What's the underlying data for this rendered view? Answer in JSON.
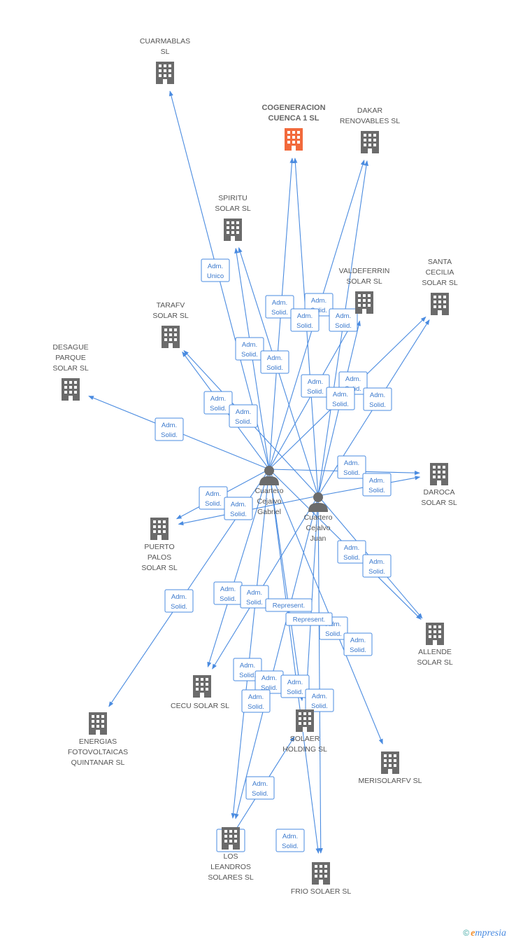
{
  "colors": {
    "edge": "#4a8be0",
    "company": "#6b6b6b",
    "company_focus": "#f26a3c",
    "person": "#6b6b6b"
  },
  "nodes": [
    {
      "id": "cuarmablas",
      "type": "company",
      "label": [
        "CUARMABLAS",
        "SL"
      ]
    },
    {
      "id": "cogeneracion",
      "type": "company",
      "focus": true,
      "label": [
        "COGENERACION",
        "CUENCA 1 SL"
      ]
    },
    {
      "id": "dakar",
      "type": "company",
      "label": [
        "DAKAR",
        "RENOVABLES SL"
      ]
    },
    {
      "id": "spiritu",
      "type": "company",
      "label": [
        "SPIRITU",
        "SOLAR SL"
      ]
    },
    {
      "id": "valdeferrin",
      "type": "company",
      "label": [
        "VALDEFERRIN",
        "SOLAR SL"
      ]
    },
    {
      "id": "santacecilia",
      "type": "company",
      "label": [
        "SANTA",
        "CECILIA",
        "SOLAR SL"
      ]
    },
    {
      "id": "tarafv",
      "type": "company",
      "label": [
        "TARAFV",
        "SOLAR SL"
      ]
    },
    {
      "id": "desague",
      "type": "company",
      "label": [
        "DESAGUE",
        "PARQUE",
        "SOLAR SL"
      ]
    },
    {
      "id": "daroca",
      "type": "company",
      "label": [
        "DAROCA",
        "SOLAR SL"
      ]
    },
    {
      "id": "puertopalos",
      "type": "company",
      "label": [
        "PUERTO",
        "PALOS",
        "SOLAR SL"
      ]
    },
    {
      "id": "allende",
      "type": "company",
      "label": [
        "ALLENDE",
        "SOLAR SL"
      ]
    },
    {
      "id": "cecu",
      "type": "company",
      "label": [
        "CECU SOLAR SL"
      ]
    },
    {
      "id": "energias",
      "type": "company",
      "label": [
        "ENERGIAS",
        "FOTOVOLTAICAS",
        "QUINTANAR SL"
      ]
    },
    {
      "id": "solaer",
      "type": "company",
      "label": [
        "SOLAER",
        "HOLDING SL"
      ]
    },
    {
      "id": "merisolar",
      "type": "company",
      "label": [
        "MERISOLARFV SL"
      ]
    },
    {
      "id": "losleandros",
      "type": "company",
      "label": [
        "LOS",
        "LEANDROS",
        "SOLARES SL"
      ]
    },
    {
      "id": "friosolaer",
      "type": "company",
      "label": [
        "FRIO SOLAER SL"
      ]
    },
    {
      "id": "gabriel",
      "type": "person",
      "label": [
        "Cuartero",
        "Cejalvo",
        "Gabriel"
      ]
    },
    {
      "id": "juan",
      "type": "person",
      "label": [
        "Cuartero",
        "Cejalvo",
        "Juan"
      ]
    }
  ],
  "edges": [
    {
      "from": "gabriel",
      "to": "cuarmablas"
    },
    {
      "from": "gabriel",
      "to": "cogeneracion"
    },
    {
      "from": "juan",
      "to": "cogeneracion"
    },
    {
      "from": "gabriel",
      "to": "dakar"
    },
    {
      "from": "juan",
      "to": "dakar"
    },
    {
      "from": "gabriel",
      "to": "spiritu"
    },
    {
      "from": "juan",
      "to": "spiritu"
    },
    {
      "from": "gabriel",
      "to": "valdeferrin"
    },
    {
      "from": "juan",
      "to": "valdeferrin"
    },
    {
      "from": "gabriel",
      "to": "santacecilia"
    },
    {
      "from": "juan",
      "to": "santacecilia"
    },
    {
      "from": "gabriel",
      "to": "tarafv"
    },
    {
      "from": "juan",
      "to": "tarafv"
    },
    {
      "from": "gabriel",
      "to": "desague"
    },
    {
      "from": "gabriel",
      "to": "daroca"
    },
    {
      "from": "juan",
      "to": "daroca"
    },
    {
      "from": "gabriel",
      "to": "puertopalos"
    },
    {
      "from": "juan",
      "to": "puertopalos"
    },
    {
      "from": "gabriel",
      "to": "allende"
    },
    {
      "from": "juan",
      "to": "allende"
    },
    {
      "from": "gabriel",
      "to": "cecu"
    },
    {
      "from": "juan",
      "to": "cecu"
    },
    {
      "from": "gabriel",
      "to": "energias"
    },
    {
      "from": "gabriel",
      "to": "solaer"
    },
    {
      "from": "juan",
      "to": "solaer"
    },
    {
      "from": "gabriel",
      "to": "merisolar"
    },
    {
      "from": "gabriel",
      "to": "losleandros"
    },
    {
      "from": "juan",
      "to": "losleandros"
    },
    {
      "from": "losleandros",
      "to": "solaer"
    },
    {
      "from": "gabriel",
      "to": "friosolaer"
    },
    {
      "from": "juan",
      "to": "friosolaer"
    }
  ],
  "edge_labels": [
    [
      "Adm.",
      "Unico"
    ],
    [
      "Adm.",
      "Solid."
    ],
    [
      "Adm.",
      "Solid."
    ],
    [
      "Adm.",
      "Solid."
    ],
    [
      "Adm.",
      "Solid."
    ],
    [
      "Adm.",
      "Solid."
    ],
    [
      "Adm.",
      "Solid."
    ],
    [
      "Adm.",
      "Solid."
    ],
    [
      "Adm.",
      "Solid."
    ],
    [
      "Adm.",
      "Solid."
    ],
    [
      "Adm.",
      "Solid."
    ],
    [
      "Adm.",
      "Solid."
    ],
    [
      "Adm.",
      "Solid."
    ],
    [
      "Adm.",
      "Solid."
    ],
    [
      "Adm.",
      "Solid."
    ],
    [
      "Adm.",
      "Solid."
    ],
    [
      "Adm.",
      "Solid."
    ],
    [
      "Adm.",
      "Solid."
    ],
    [
      "Adm.",
      "Solid."
    ],
    [
      "Adm.",
      "Solid."
    ],
    [
      "Adm.",
      "Solid."
    ],
    [
      "Adm.",
      "Solid."
    ],
    [
      "Adm.",
      "Solid."
    ],
    [
      "Adm.",
      "Solid."
    ],
    [
      "Adm.",
      "Solid."
    ],
    [
      "Adm.",
      "Solid."
    ],
    [
      "Adm.",
      "Solid."
    ],
    [
      "Adm.",
      "Solid."
    ],
    [
      "Adm.",
      "Solid."
    ],
    [
      "Adm.",
      "Solid."
    ],
    [
      "Adm.",
      "Solid."
    ],
    [
      "Adm.",
      "Solid."
    ],
    [
      "Adm.",
      "Solid."
    ],
    [
      "Represent."
    ],
    [
      "Represent."
    ]
  ],
  "footer": {
    "copyright_symbol": "©",
    "brand_initial": "e",
    "brand_rest": "mpresia"
  }
}
